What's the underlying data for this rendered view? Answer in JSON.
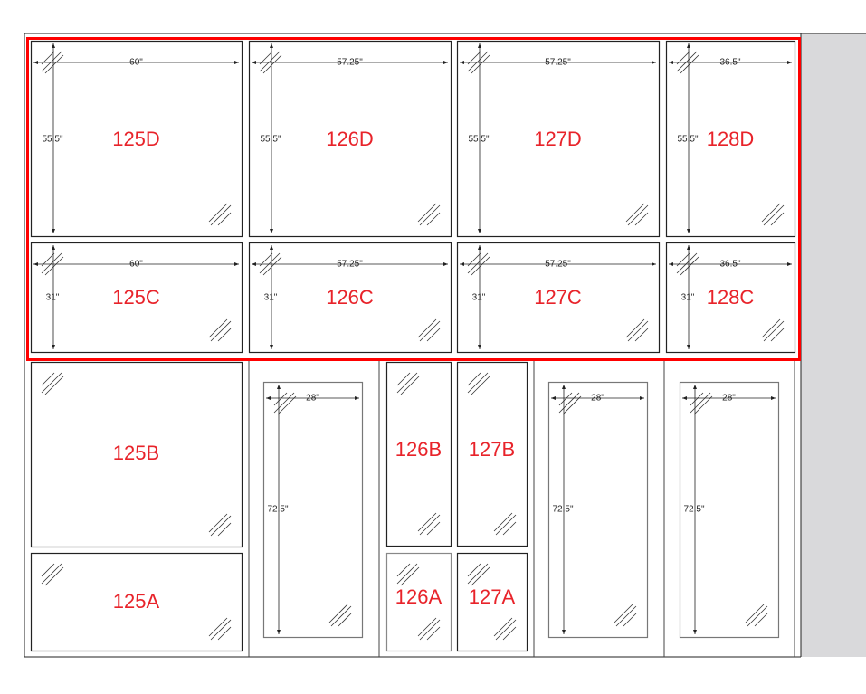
{
  "drawing": {
    "accent_color": "#e8232a",
    "selection_color": "#ff0000",
    "panels": [
      {
        "id": "125D",
        "label": "125D",
        "width": "60\"",
        "height": "55.5\""
      },
      {
        "id": "126D",
        "label": "126D",
        "width": "57.25\"",
        "height": "55.5\""
      },
      {
        "id": "127D",
        "label": "127D",
        "width": "57.25\"",
        "height": "55.5\""
      },
      {
        "id": "128D",
        "label": "128D",
        "width": "36.5\"",
        "height": "55.5\""
      },
      {
        "id": "125C",
        "label": "125C",
        "width": "60\"",
        "height": "31\""
      },
      {
        "id": "126C",
        "label": "126C",
        "width": "57.25\"",
        "height": "31\""
      },
      {
        "id": "127C",
        "label": "127C",
        "width": "57.25\"",
        "height": "31\""
      },
      {
        "id": "128C",
        "label": "128C",
        "width": "36.5\"",
        "height": "31\""
      },
      {
        "id": "125B",
        "label": "125B"
      },
      {
        "id": "125A",
        "label": "125A"
      },
      {
        "id": "126B",
        "label": "126B"
      },
      {
        "id": "127B",
        "label": "127B"
      },
      {
        "id": "126A",
        "label": "126A"
      },
      {
        "id": "127A",
        "label": "127A"
      },
      {
        "id": "tall-1",
        "label": "",
        "width": "28\"",
        "height": "72.5\""
      },
      {
        "id": "tall-2",
        "label": "",
        "width": "28\"",
        "height": "72.5\""
      },
      {
        "id": "tall-3",
        "label": "",
        "width": "28\"",
        "height": "72.5\""
      }
    ]
  }
}
